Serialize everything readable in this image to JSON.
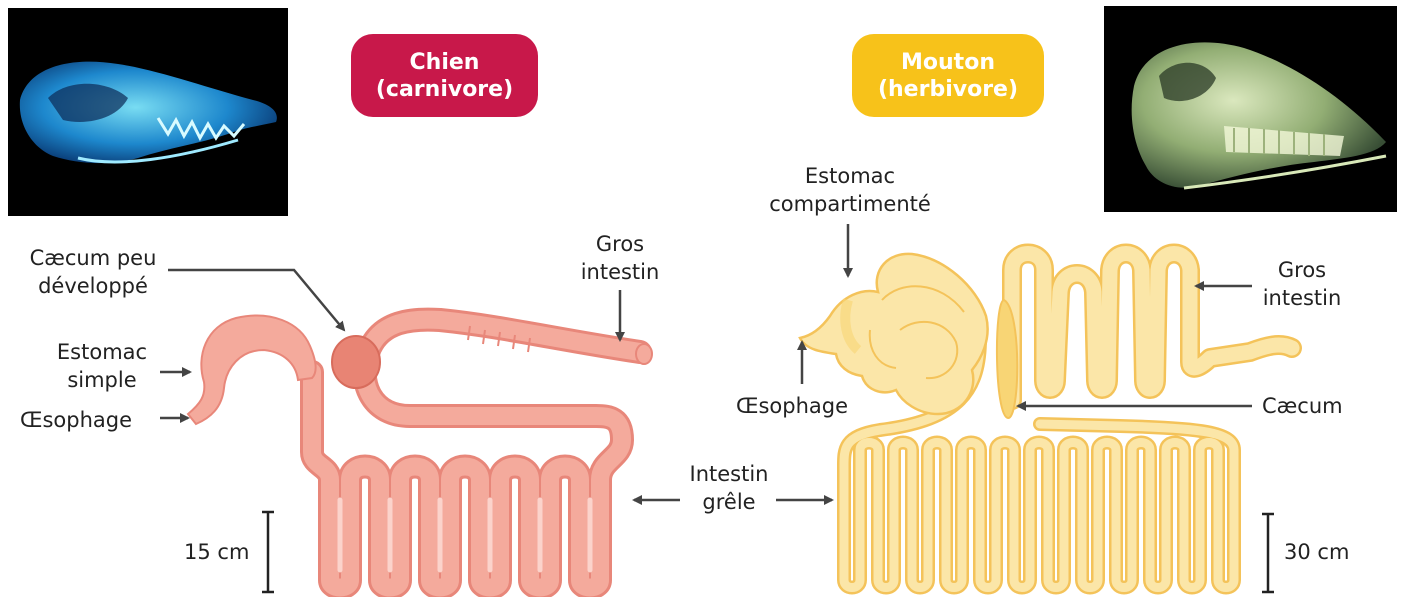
{
  "carnivore": {
    "title_line1": "Chien",
    "title_line2": "(carnivore)",
    "color": "#c8184a",
    "organ_color": "#f4aa9c",
    "organ_outline": "#e8877a",
    "labels": {
      "caecum_line1": "Cæcum peu",
      "caecum_line2": "développé",
      "estomac_line1": "Estomac",
      "estomac_line2": "simple",
      "oesophage": "Œsophage",
      "gros_line1": "Gros",
      "gros_line2": "intestin"
    },
    "scale": "15 cm",
    "skull_photo": "dog-skull-xray"
  },
  "herbivore": {
    "title_line1": "Mouton",
    "title_line2": "(herbivore)",
    "color": "#f7c21a",
    "organ_color": "#fbe6a8",
    "organ_outline": "#f4c35a",
    "labels": {
      "estomac_line1": "Estomac",
      "estomac_line2": "compartimenté",
      "oesophage": "Œsophage",
      "gros_line1": "Gros",
      "gros_line2": "intestin",
      "caecum": "Cæcum"
    },
    "scale": "30 cm",
    "skull_photo": "sheep-skull-xray"
  },
  "shared": {
    "intestin_line1": "Intestin",
    "intestin_line2": "grêle"
  }
}
